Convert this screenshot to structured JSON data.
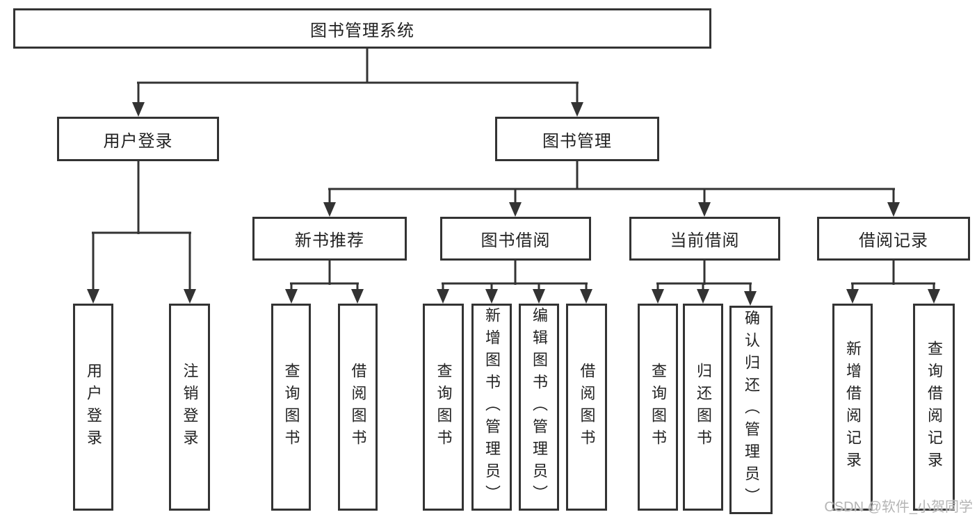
{
  "tree": {
    "root": {
      "label": "图书管理系统",
      "children": [
        {
          "label": "用户登录",
          "children": [
            {
              "label": "用户登录"
            },
            {
              "label": "注销登录"
            }
          ]
        },
        {
          "label": "图书管理",
          "children": [
            {
              "label": "新书推荐",
              "children": [
                {
                  "label": "查询图书"
                },
                {
                  "label": "借阅图书"
                }
              ]
            },
            {
              "label": "图书借阅",
              "children": [
                {
                  "label": "查询图书"
                },
                {
                  "label": "新增图书（管理员）"
                },
                {
                  "label": "编辑图书（管理员）"
                },
                {
                  "label": "借阅图书"
                }
              ]
            },
            {
              "label": "当前借阅",
              "children": [
                {
                  "label": "查询图书"
                },
                {
                  "label": "归还图书"
                },
                {
                  "label": "确认归还（管理员）"
                }
              ]
            },
            {
              "label": "借阅记录",
              "children": [
                {
                  "label": "新增借阅记录"
                },
                {
                  "label": "查询借阅记录"
                }
              ]
            }
          ]
        }
      ]
    }
  },
  "watermark": {
    "text": "CSDN @软件_小贺同学",
    "color": "#b5b5b5"
  },
  "colors": {
    "background": "#ffffff",
    "line": "#333333",
    "box_border": "#333333",
    "text": "#222222"
  }
}
